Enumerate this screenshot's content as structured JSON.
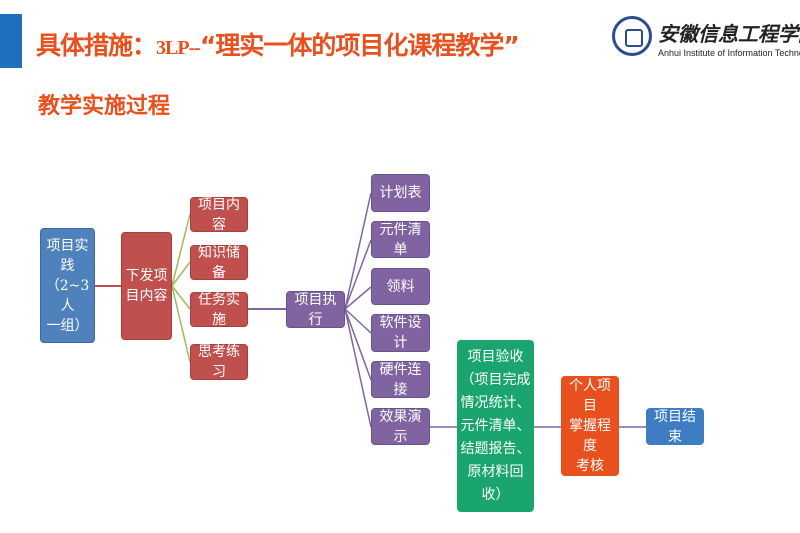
{
  "header": {
    "title_a": "具体措施：",
    "title_b": "3LP--",
    "title_c": "“理实一体的项目化课程教学”",
    "subtitle": "教学实施过程"
  },
  "logo": {
    "name_cn": "安徽信息工程学院",
    "name_en": "Anhui Institute of Information Technology"
  },
  "colors": {
    "accent": "#e8501e",
    "blue": "#4f81bd",
    "red": "#c0504d",
    "purple": "#8064a2",
    "green": "#1aa56e"
  },
  "diagram": {
    "root": "项目实践\n（2~3人\n一组）",
    "issue": "下发项\n目内容",
    "issue_children": [
      "项目内容",
      "知识储备",
      "任务实施",
      "思考练习"
    ],
    "execute": "项目执行",
    "execute_children": [
      "计划表",
      "元件清单",
      "领料",
      "软件设计",
      "硬件连接",
      "效果演示"
    ],
    "acceptance": "项目验收\n（项目完成\n情况统计、\n元件清单、\n结题报告、\n原材料回收）",
    "assessment": "个人项目\n掌握程度\n考核",
    "end": "项目结束"
  }
}
